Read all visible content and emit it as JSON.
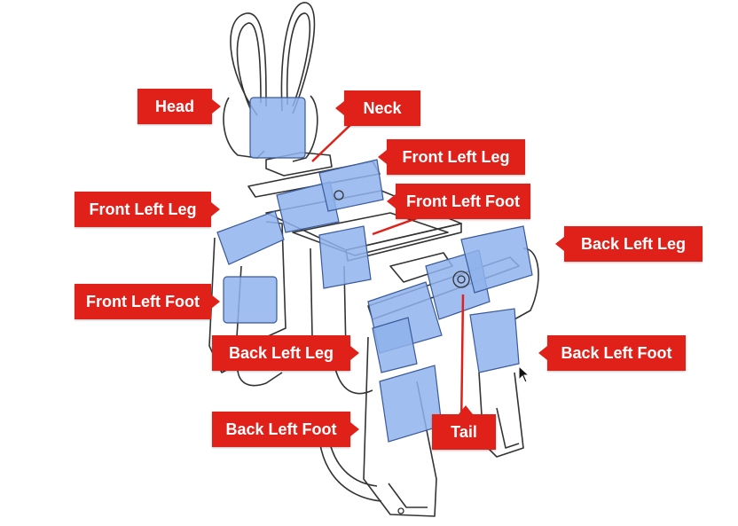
{
  "colors": {
    "callout": "#e0211a",
    "callout_text": "#ffffff",
    "servo_fill": "#8fb3ec",
    "frame_stroke": "#333333"
  },
  "labels": {
    "head": "Head",
    "neck": "Neck",
    "front_left_leg_a": "Front Left Leg",
    "front_left_leg_b": "Front Left Leg",
    "front_left_foot_a": "Front Left Foot",
    "front_left_foot_b": "Front Left Foot",
    "back_left_leg_a": "Back Left Leg",
    "back_left_leg_b": "Back Left Leg",
    "back_left_foot_a": "Back Left Foot",
    "back_left_foot_b": "Back Left Foot",
    "tail": "Tail"
  },
  "icons": {
    "cursor": "mouse-pointer-icon"
  }
}
